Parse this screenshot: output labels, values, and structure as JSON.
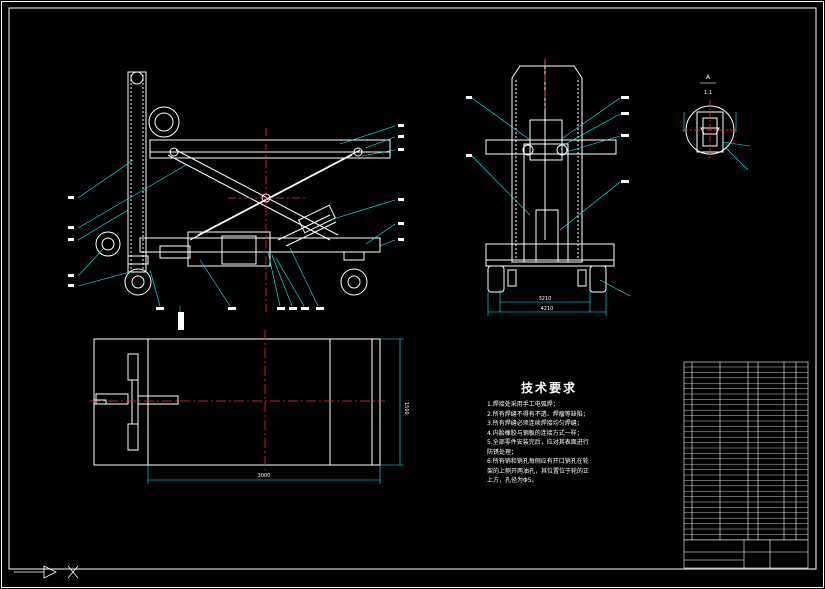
{
  "drawing": {
    "view_label": "A",
    "scale_label": "1:1",
    "dim_width_plan": "3000",
    "dim_height_plan": "1500",
    "dim_track_inner": "3210",
    "dim_track_outer": "4210"
  },
  "notes": {
    "title": "技术要求",
    "lines": [
      "1.焊接处采用手工电弧焊；",
      "2.所有焊缝不得有不透、焊瘤等缺陷；",
      "3.所有焊缝必须连续焊接均匀焊缝；",
      "4.内胎橡胶与钢板的连接方式一样；",
      "5.全部零件安装完后，应对其表面进行",
      "  防锈处理；",
      "6.所有销和销孔每侧应有开口销孔在轮",
      "架的上侧开两油孔，其位置位于轮的正",
      "上方，孔径为Φ5。"
    ]
  },
  "colors": {
    "background": "#000000",
    "linework": "#ffffff",
    "dimension": "#00ffff",
    "centerline": "#ff2a2a"
  }
}
